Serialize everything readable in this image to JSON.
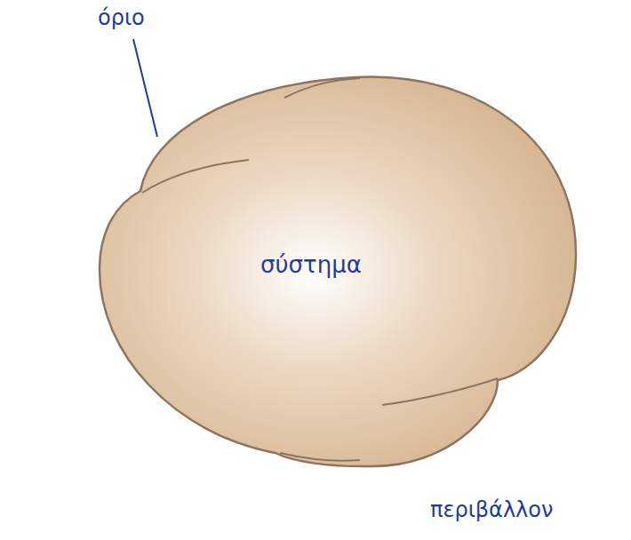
{
  "diagram": {
    "nodes": [
      {
        "text": [
          "σύστημα"
        ]
      }
    ],
    "labels": [
      "όριο",
      "περιβάλλον"
    ]
  }
}
